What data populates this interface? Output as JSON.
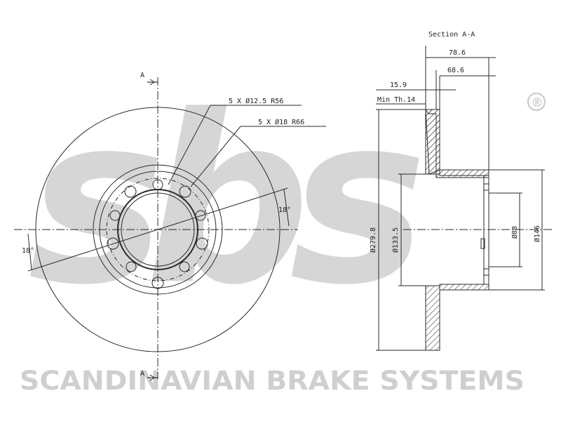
{
  "section_title": "Section A-A",
  "section_marker": "A",
  "labels": {
    "bolt_holes": "5 X Ø12.5 R56",
    "center_holes": "5 X Ø18 R66",
    "angle_right": "18°",
    "angle_left": "18°"
  },
  "dimensions": {
    "overall_height": "78.6",
    "hat_height": "68.6",
    "thickness": "15.9",
    "min_thickness": "Min Th.14",
    "disc_diameter": "Ø279.8",
    "centering_diameter": "Ø133.5",
    "bore_diameter": "Ø88",
    "hat_diameter": "Ø146"
  },
  "watermark": {
    "logo_text": "sbs",
    "registered": "®",
    "brand_line": "SCANDINAVIAN BRAKE SYSTEMS"
  },
  "colors": {
    "line": "#2a2a2a",
    "watermark": "#cfcfcf"
  }
}
